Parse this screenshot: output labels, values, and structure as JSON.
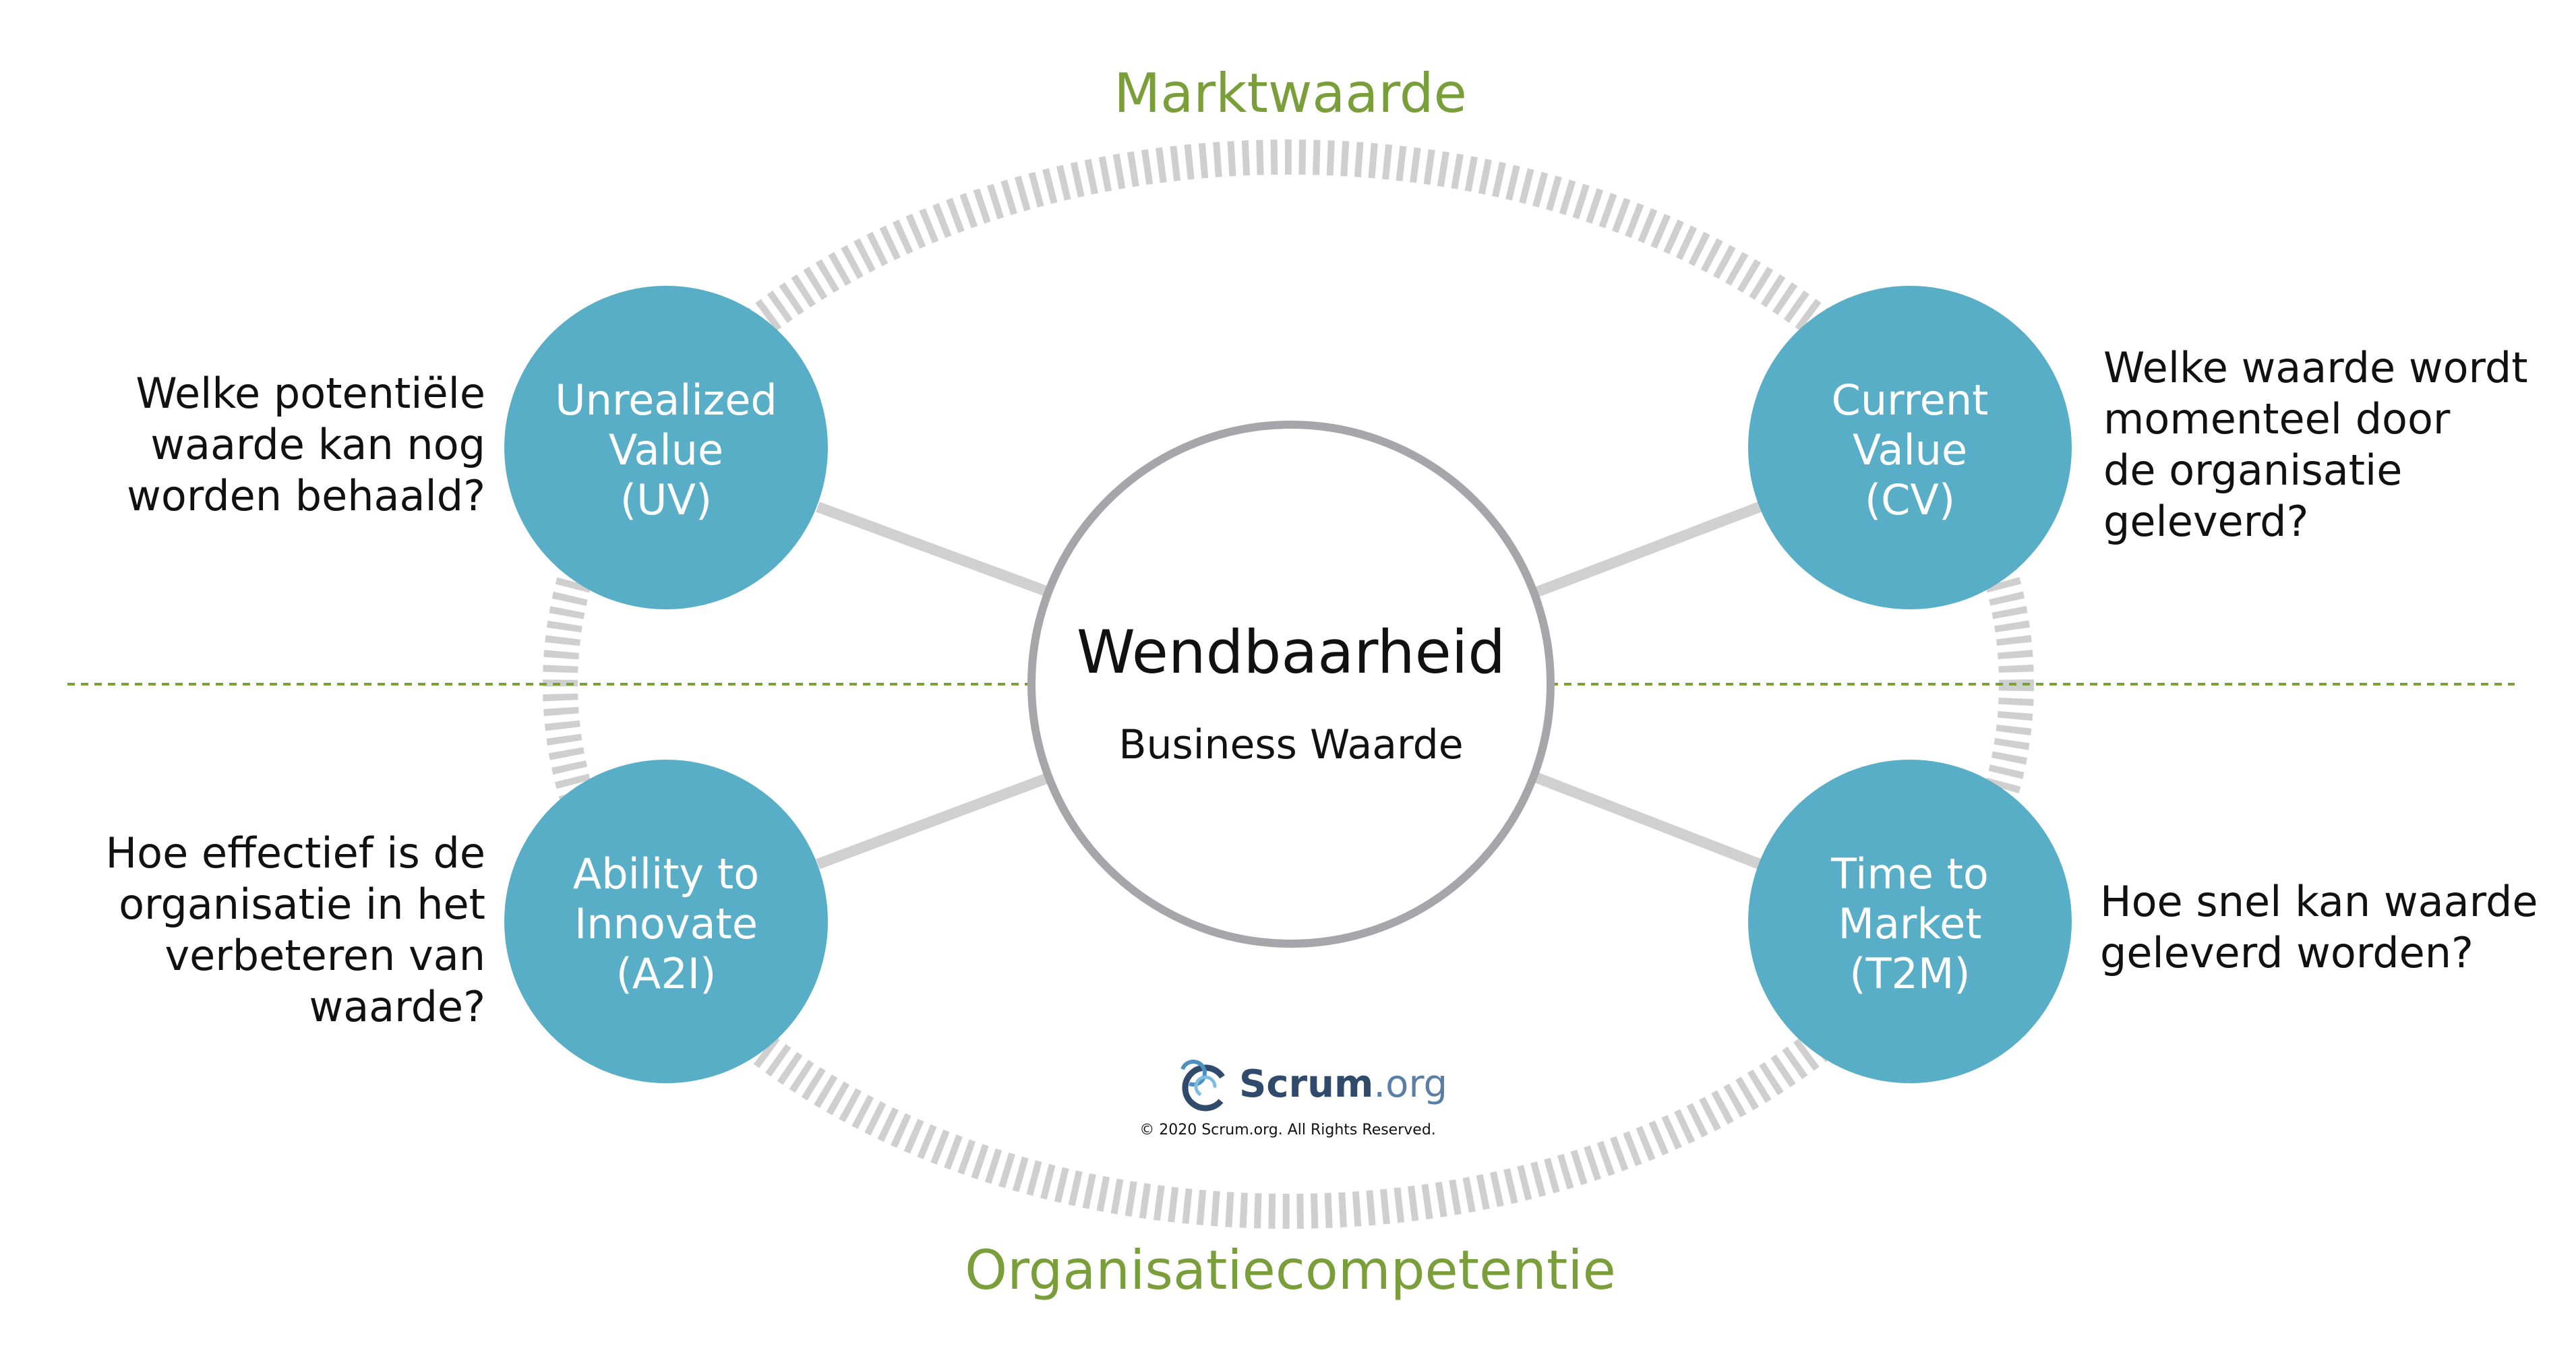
{
  "title": "Wendbaarheid",
  "subtitle": "Business Waarde",
  "top_label": "Marktwaarde",
  "bottom_label": "Organisatiecompetentie",
  "colors": {
    "circle_fill": "#58aec6",
    "center_border": "#a6a6aa",
    "dash_ring": "#cfcfcf",
    "connector": "#d0d0d0",
    "divider": "#7a9e3a",
    "section_label": "#7a9e3a"
  },
  "nodes": [
    {
      "id": "uv",
      "label": "Unrealized\nValue\n(UV)",
      "question": "Welke potentiële\nwaarde kan nog\nworden behaald?"
    },
    {
      "id": "cv",
      "label": "Current\nValue\n(CV)",
      "question": "Welke waarde wordt\nmomenteel door\nde organisatie\ngeleverd?"
    },
    {
      "id": "a2i",
      "label": "Ability to\nInnovate\n(A2I)",
      "question": "Hoe effectief is de\norganisatie in het\nverbeteren van\nwaarde?"
    },
    {
      "id": "t2m",
      "label": "Time to\nMarket\n(T2M)",
      "question": "Hoe snel kan waarde\ngeleverd worden?"
    }
  ],
  "logo": {
    "brand": "Scrum",
    "suffix": ".org",
    "icon": "scrum-org-logo-icon"
  },
  "copyright": "© 2020 Scrum.org. All Rights Reserved."
}
